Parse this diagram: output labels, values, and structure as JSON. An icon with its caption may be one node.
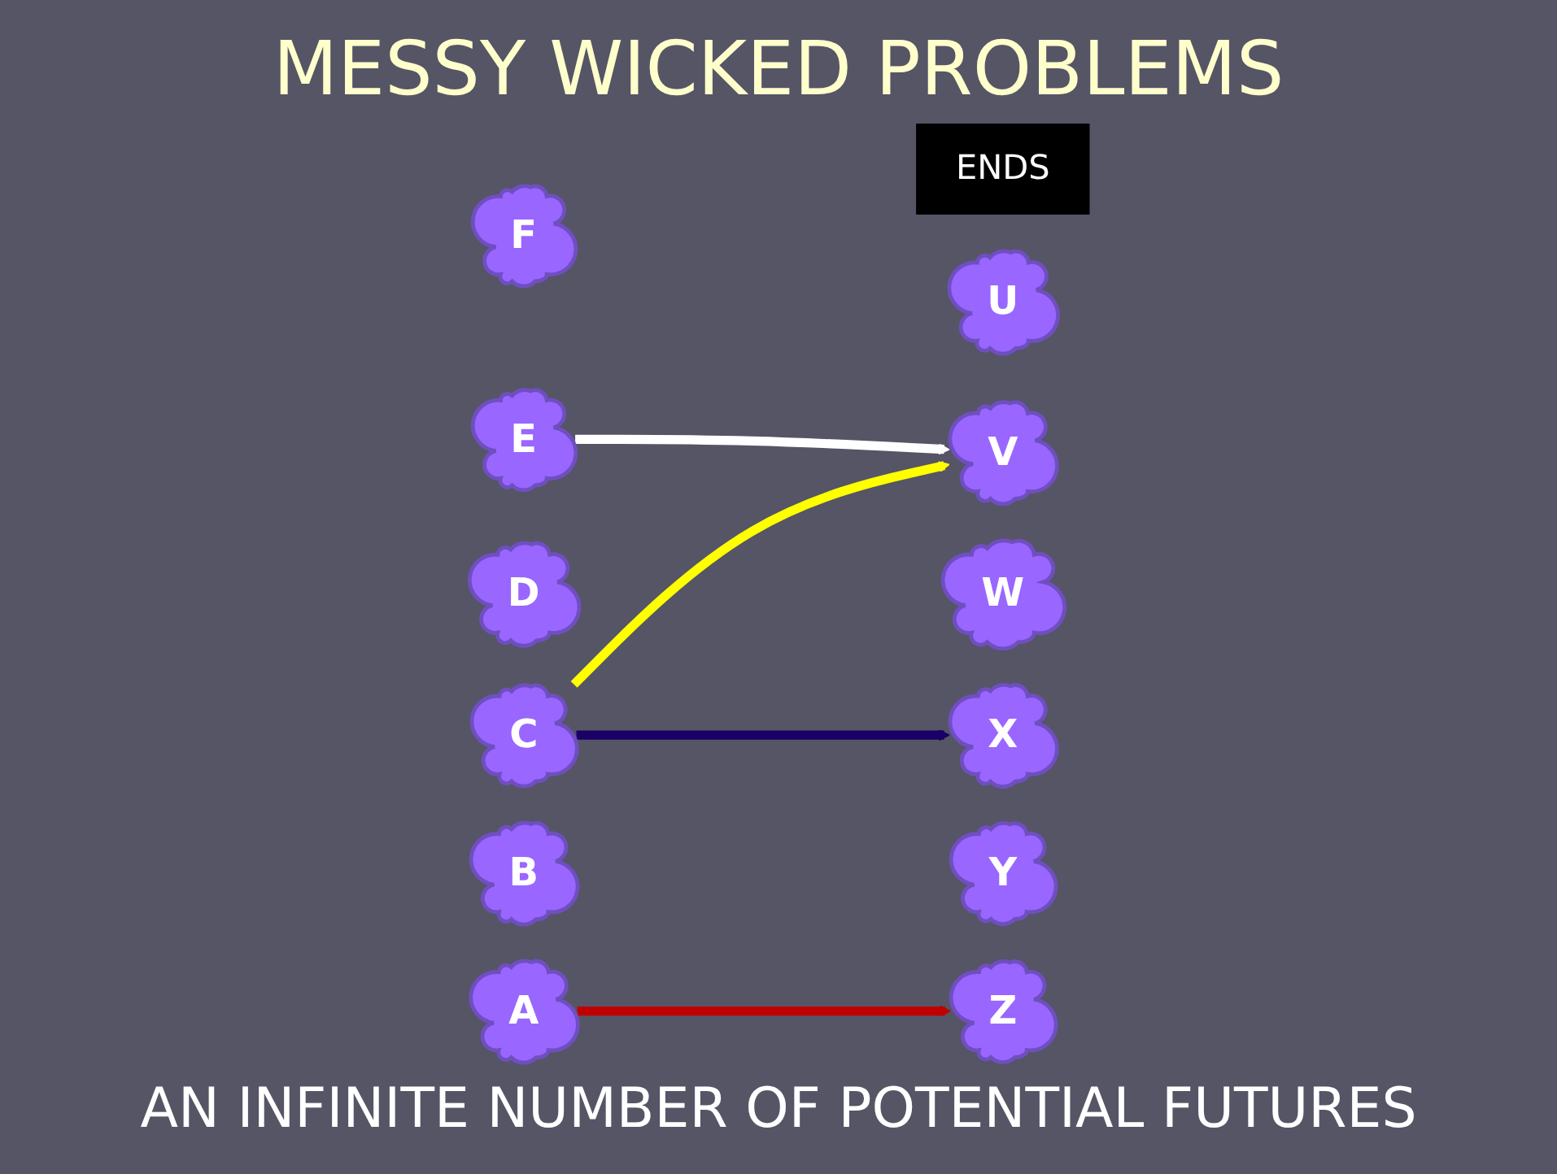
{
  "diagram": {
    "title": "MESSY WICKED PROBLEMS",
    "caption": "AN INFINITE NUMBER OF POTENTIAL FUTURES",
    "nodes": [
      {
        "text": [
          "ENDS"
        ]
      },
      {
        "text": [
          "F"
        ]
      },
      {
        "text": [
          "U"
        ]
      },
      {
        "text": [
          "E"
        ]
      },
      {
        "text": [
          "D"
        ]
      },
      {
        "text": [
          "V"
        ]
      },
      {
        "text": [
          "W"
        ]
      },
      {
        "text": [
          "C"
        ]
      },
      {
        "text": [
          "B"
        ]
      },
      {
        "text": [
          "X"
        ]
      },
      {
        "text": [
          "Y"
        ]
      },
      {
        "text": [
          "A"
        ]
      },
      {
        "text": [
          "Z"
        ]
      }
    ],
    "edges": [
      {
        "from": 3,
        "to": 5,
        "arrow": "to",
        "color": "#ffffff"
      },
      {
        "from": 7,
        "to": 5,
        "arrow": "to",
        "color": "#ffff00"
      },
      {
        "from": 7,
        "to": 9,
        "arrow": "to",
        "color": "#1a0066"
      },
      {
        "from": 11,
        "to": 12,
        "arrow": "to",
        "color": "#c00000"
      }
    ]
  }
}
